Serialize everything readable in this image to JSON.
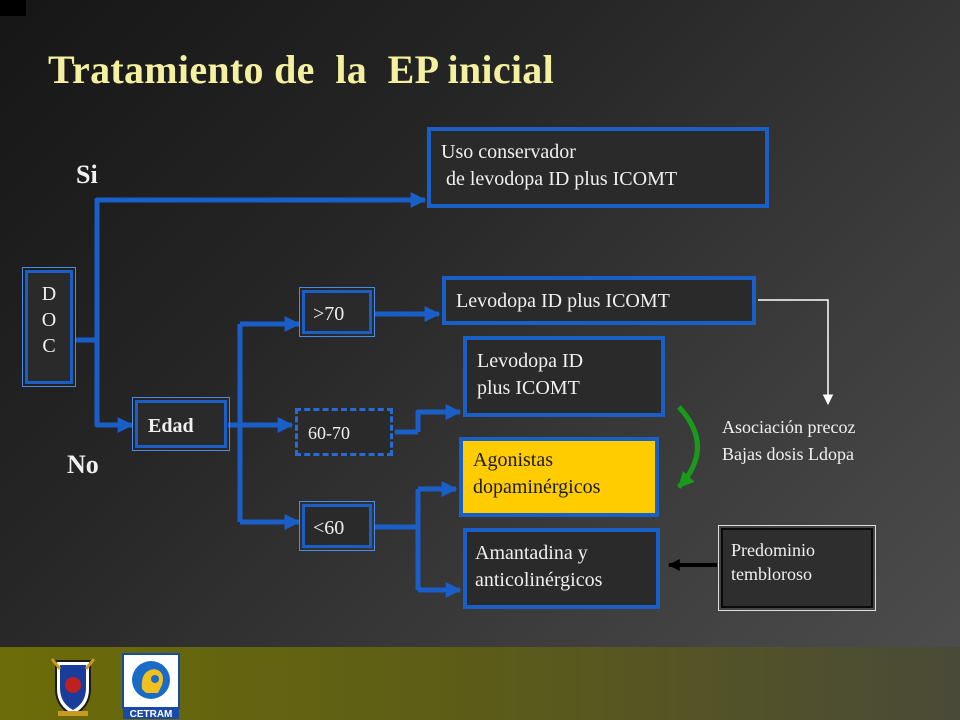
{
  "title": "Tratamiento de  la  EP inicial",
  "labels": {
    "si": "Si",
    "no": "No"
  },
  "nodes": {
    "doc": [
      "D",
      "O",
      "C"
    ],
    "edad": "Edad",
    "age_gt70": ">70",
    "age_60_70": "60-70",
    "age_lt60": "<60",
    "conservador": [
      "Uso conservador",
      " de levodopa ID plus ICOMT"
    ],
    "levodopa_gt70": "Levodopa ID plus ICOMT",
    "levodopa_60_70": [
      "Levodopa ID",
      "plus ICOMT"
    ],
    "agonistas": [
      "Agonistas",
      "dopaminérgicos"
    ],
    "amantadina": [
      "Amantadina y",
      "anticolinérgicos"
    ],
    "predominio": [
      "Predominio",
      "tembloroso"
    ]
  },
  "annotation": [
    "Asociación precoz",
    "Bajas dosis Ldopa"
  ],
  "footer": {
    "logo2_text": "CETRAM"
  },
  "colors": {
    "box_border": "#1a5ec8",
    "highlight": "#ffcc00",
    "title": "#f5f0a0",
    "curve_arrow": "#1a9a1a",
    "footer_bar": "#6c6c08"
  }
}
